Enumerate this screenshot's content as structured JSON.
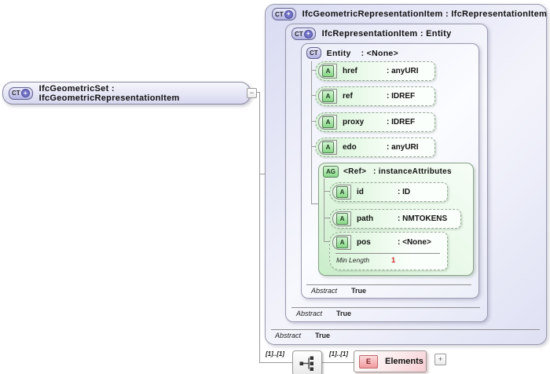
{
  "colors": {
    "accent_lavender": "#dfe1f5",
    "accent_green": "#d5f2d5",
    "accent_pink": "#f6ccd1",
    "line_gray": "#9b9b9b",
    "facet_value_red": "#cc2222"
  },
  "root_element": {
    "icon": "CT",
    "icon_plus": "+",
    "label": "IfcGeometricSet : IfcGeometricRepresentationItem",
    "collapse_glyph": "−"
  },
  "boxes": {
    "outer": {
      "icon": "CT",
      "icon_plus": "+",
      "title": "IfcGeometricRepresentationItem : IfcRepresentationItem",
      "abstract_label": "Abstract",
      "abstract_value": "True"
    },
    "middle": {
      "icon": "CT",
      "icon_plus": "+",
      "title": "IfcRepresentationItem : Entity",
      "abstract_label": "Abstract",
      "abstract_value": "True"
    },
    "entity": {
      "icon": "CT",
      "name": "Entity",
      "type": ": <None>",
      "abstract_label": "Abstract",
      "abstract_value": "True",
      "attributes": [
        {
          "icon": "A",
          "name": "href",
          "type": ": anyURI"
        },
        {
          "icon": "A",
          "name": "ref",
          "type": ": IDREF"
        },
        {
          "icon": "A",
          "name": "proxy",
          "type": ": IDREF"
        },
        {
          "icon": "A",
          "name": "edo",
          "type": ": anyURI"
        }
      ]
    },
    "attribute_group": {
      "icon": "AG",
      "name": "<Ref>",
      "type": ": instanceAttributes",
      "attributes": [
        {
          "icon": "A",
          "name": "id",
          "type": ": ID"
        },
        {
          "icon": "A",
          "name": "path",
          "type": ": NMTOKENS"
        },
        {
          "icon": "A",
          "name": "pos",
          "type": ": <None>",
          "facet_label": "Min Length",
          "facet_value": "1"
        }
      ]
    }
  },
  "bottom_row": {
    "cardinality_left": "[1]..[1]",
    "cardinality_right": "[1]..[1]",
    "element": {
      "icon": "E",
      "label": "Elements",
      "expand_glyph": "+"
    }
  }
}
